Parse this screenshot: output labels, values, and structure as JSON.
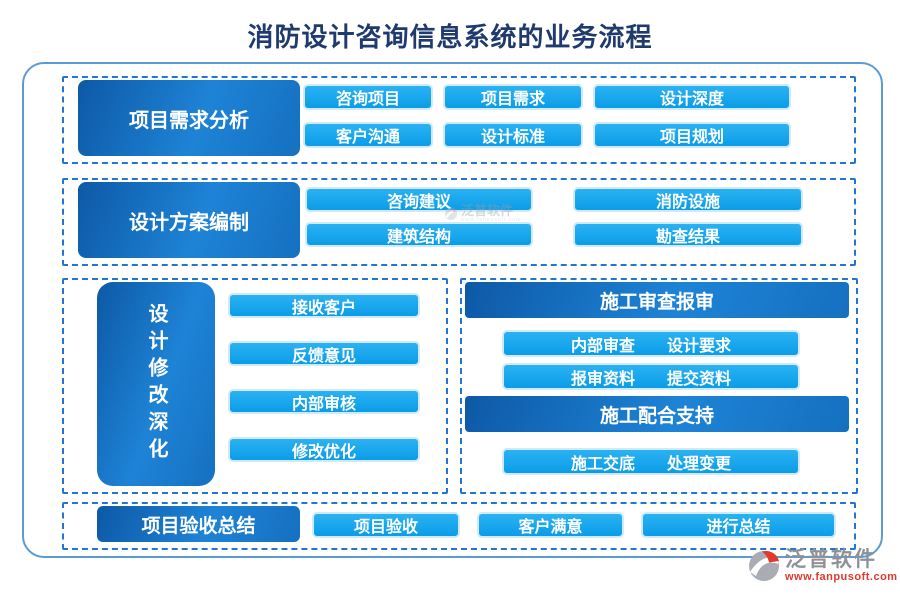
{
  "title": "消防设计咨询信息系统的业务流程",
  "colors": {
    "title_text": "#1e3a6e",
    "frame_border": "#5b9bd5",
    "dashed_border": "#2176d5",
    "header_gradient_start": "#0d59a6",
    "header_gradient_end": "#1e83d6",
    "chip_fill": "#0ca2ec",
    "chip_border": "#cfeafb",
    "logo_red": "#e2382e",
    "logo_gray": "#8d9297"
  },
  "sections": {
    "requirements": {
      "header": "项目需求分析",
      "buttons": [
        "咨询项目",
        "项目需求",
        "设计深度",
        "客户沟通",
        "设计标准",
        "项目规划"
      ]
    },
    "scheme": {
      "header": "设计方案编制",
      "buttons": [
        "咨询建议",
        "消防设施",
        "建筑结构",
        "勘查结果"
      ]
    },
    "revision": {
      "header": "设计修改深化",
      "buttons": [
        "接收客户",
        "反馈意见",
        "内部审核",
        "修改优化"
      ]
    },
    "construction": {
      "review_header": "施工审查报审",
      "review_rows": [
        [
          "内部审查",
          "设计要求"
        ],
        [
          "报审资料",
          "提交资料"
        ]
      ],
      "support_header": "施工配合支持",
      "support_rows": [
        [
          "施工交底",
          "处理变更"
        ]
      ]
    },
    "acceptance": {
      "header": "项目验收总结",
      "buttons": [
        "项目验收",
        "客户满意",
        "进行总结"
      ]
    }
  },
  "watermark": {
    "text": "泛普软件"
  },
  "logo": {
    "name": "泛普软件",
    "url": "www.fanpusoft.com"
  }
}
